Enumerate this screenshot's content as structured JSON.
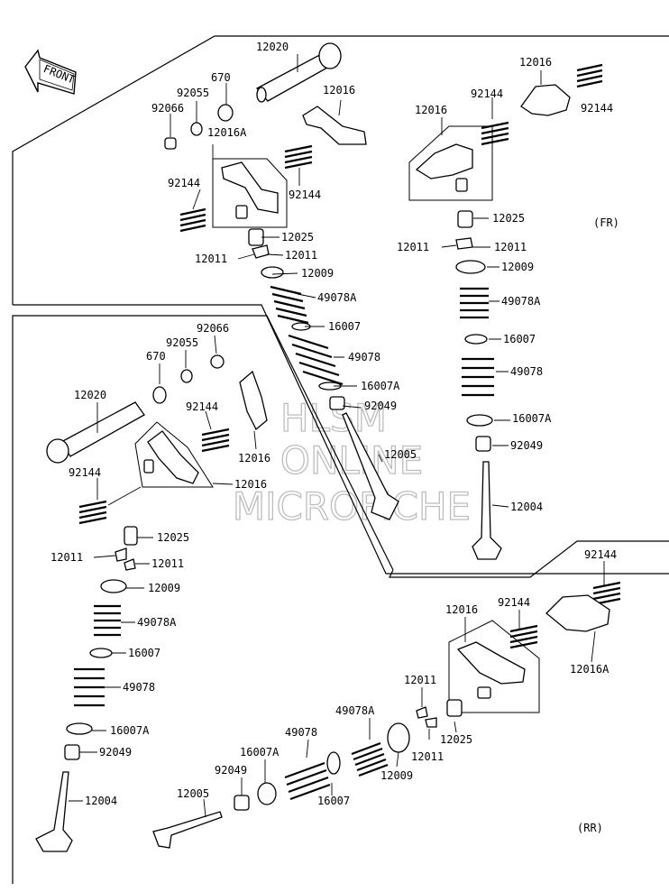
{
  "labels": {
    "front": "FRONT",
    "fr": "(FR)",
    "rr": "(RR)",
    "watermark_line1": "HLSM",
    "watermark_line2": "ONLINE",
    "watermark_line3": "MICROFICHE"
  },
  "parts": {
    "p12020a": "12020",
    "p670a": "670",
    "p92055a": "92055",
    "p92066a": "92066",
    "p12016Aa": "12016A",
    "p92144a": "92144",
    "p12016a": "12016",
    "p92144b": "92144",
    "p12025a": "12025",
    "p12011a": "12011",
    "p12011b": "12011",
    "p12009a": "12009",
    "p49078Aa": "49078A",
    "p16007a": "16007",
    "p49078a": "49078",
    "p16007Aa": "16007A",
    "p92049a": "92049",
    "p12005a": "12005",
    "p12016b": "12016",
    "p92144c": "92144",
    "p92144d": "92144",
    "p12016c": "12016",
    "p12025b": "12025",
    "p12011c": "12011",
    "p12011d": "12011",
    "p12009b": "12009",
    "p49078Ab": "49078A",
    "p16007b": "16007",
    "p49078b": "49078",
    "p16007Ab": "16007A",
    "p92049b": "92049",
    "p12004a": "12004",
    "p92066b": "92066",
    "p92055b": "92055",
    "p670b": "670",
    "p12020b": "12020",
    "p92144e": "92144",
    "p12016d": "12016",
    "p92144f": "92144",
    "p12016e": "12016",
    "p12025c": "12025",
    "p12011e": "12011",
    "p12011f": "12011",
    "p12009c": "12009",
    "p49078Ac": "49078A",
    "p16007c": "16007",
    "p49078c": "49078",
    "p16007Ac": "16007A",
    "p92049c": "92049",
    "p12004b": "12004",
    "p92144g": "92144",
    "p12016f": "12016",
    "p92144h": "92144",
    "p12016Ab": "12016A",
    "p12011g": "12011",
    "p49078Ad": "49078A",
    "p49078d": "49078",
    "p12025d": "12025",
    "p12011h": "12011",
    "p16007Ad": "16007A",
    "p92049d": "92049",
    "p12009d": "12009",
    "p12005b": "12005",
    "p16007d": "16007"
  }
}
